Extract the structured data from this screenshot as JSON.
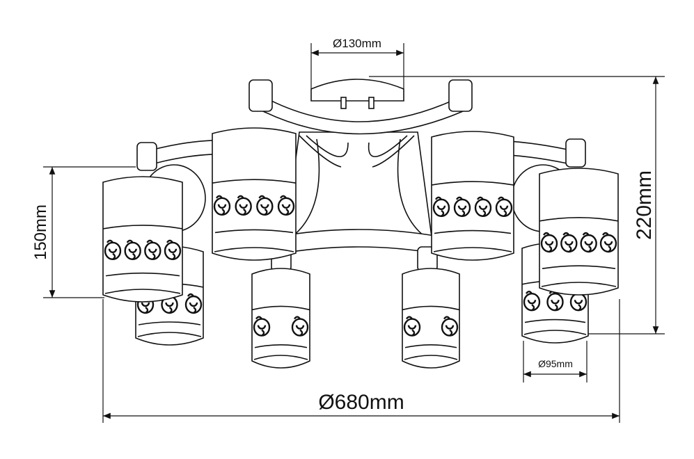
{
  "dimensions": {
    "canopy_diameter": "Ø130mm",
    "total_height": "220mm",
    "shade_height": "150mm",
    "shade_diameter": "Ø95mm",
    "total_diameter": "Ø680mm"
  },
  "colors": {
    "line": "#111111",
    "background": "#ffffff"
  }
}
